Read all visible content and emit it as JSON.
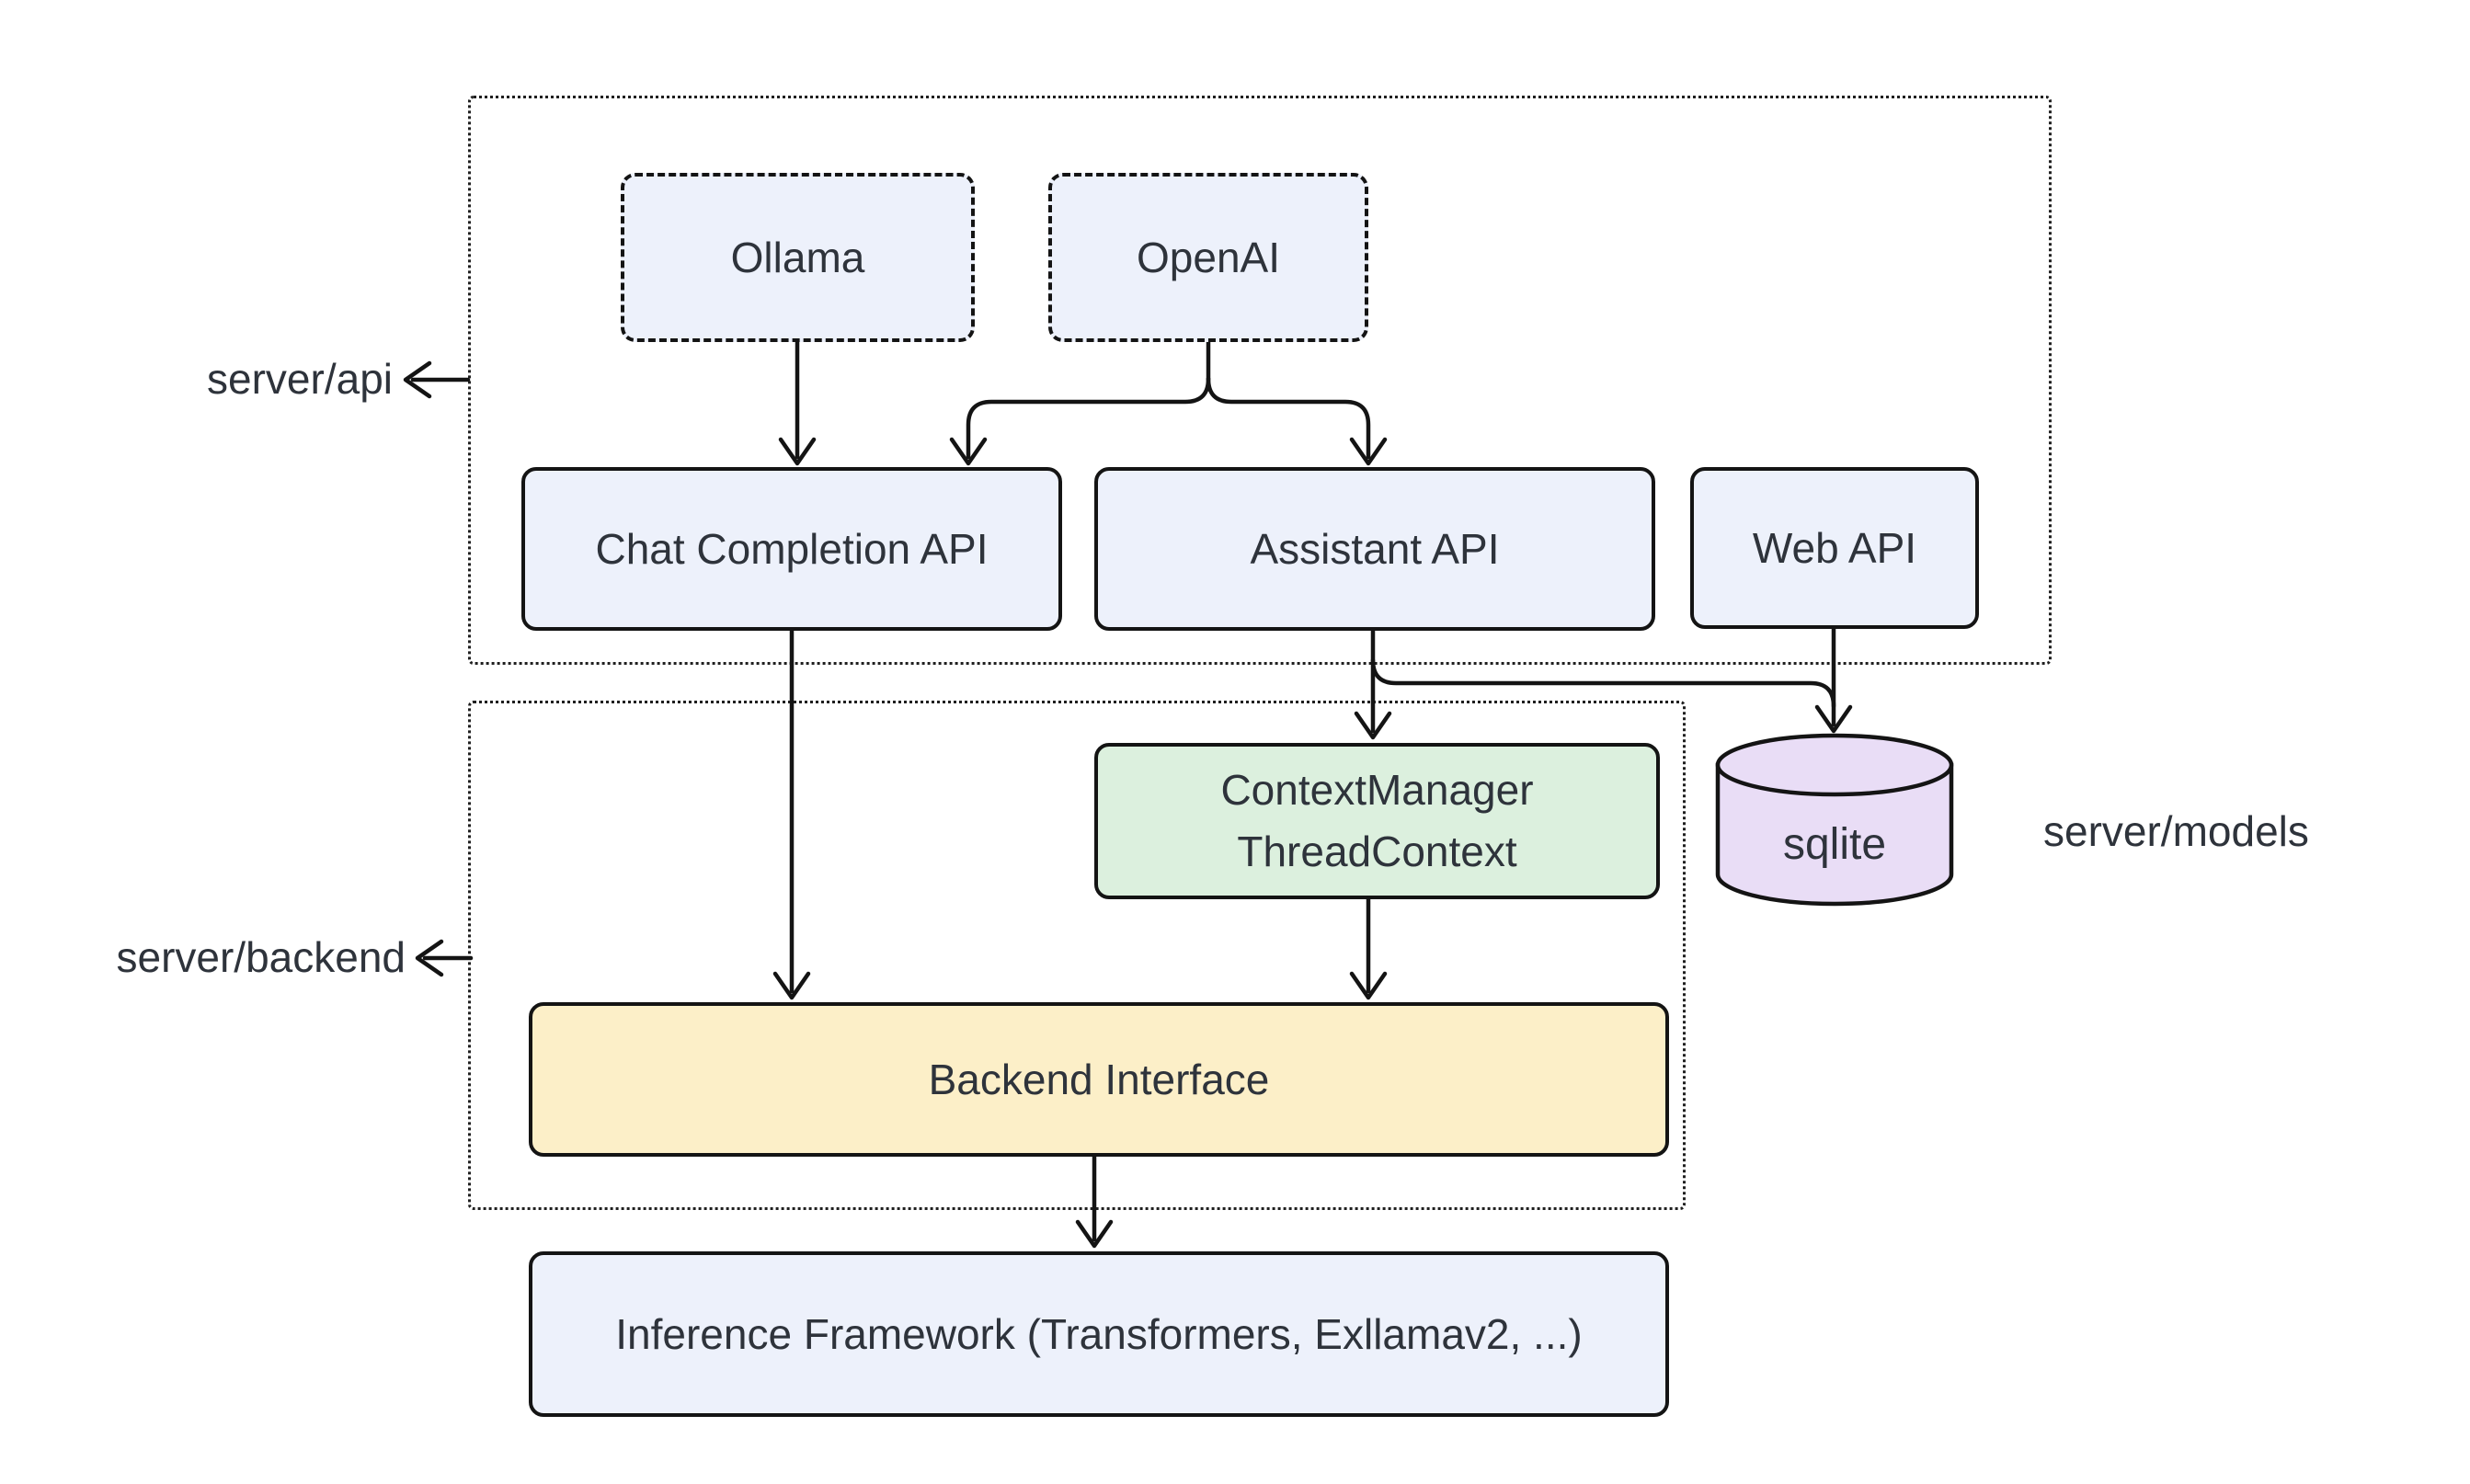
{
  "diagram": {
    "title": "server architecture diagram",
    "groups": {
      "api": {
        "label": "server/api"
      },
      "backend": {
        "label": "server/backend"
      },
      "models": {
        "label": "server/models"
      }
    },
    "nodes": {
      "ollama": {
        "label": "Ollama",
        "style": "dashed",
        "fill": "#edf1fb"
      },
      "openai": {
        "label": "OpenAI",
        "style": "dashed",
        "fill": "#edf1fb"
      },
      "chat_api": {
        "label": "Chat Completion API",
        "fill": "#edf1fb"
      },
      "assistant_api": {
        "label": "Assistant API",
        "fill": "#edf1fb"
      },
      "web_api": {
        "label": "Web API",
        "fill": "#edf1fb"
      },
      "context_manager": {
        "line1": "ContextManager",
        "line2": "ThreadContext",
        "fill": "#dcf0de"
      },
      "sqlite": {
        "label": "sqlite",
        "shape": "database-cylinder",
        "fill": "#e9ddf6"
      },
      "backend_interface": {
        "label": "Backend Interface",
        "fill": "#fcefc8"
      },
      "inference": {
        "label": "Inference Framework (Transformers, Exllamav2, ...)",
        "fill": "#edf1fb"
      }
    },
    "edges": [
      {
        "from": "Ollama",
        "to": "Chat Completion API"
      },
      {
        "from": "OpenAI",
        "to": "Chat Completion API"
      },
      {
        "from": "OpenAI",
        "to": "Assistant API"
      },
      {
        "from": "Chat Completion API",
        "to": "Backend Interface"
      },
      {
        "from": "Assistant API",
        "to": "ContextManager ThreadContext"
      },
      {
        "from": "Assistant API",
        "to": "sqlite"
      },
      {
        "from": "Web API",
        "to": "sqlite"
      },
      {
        "from": "ContextManager ThreadContext",
        "to": "Backend Interface"
      },
      {
        "from": "Backend Interface",
        "to": "Inference Framework (Transformers, Exllamav2, ...)"
      }
    ],
    "colors": {
      "node_blue": "#edf1fb",
      "node_green": "#dcf0de",
      "node_yellow": "#fcefc8",
      "node_purple": "#e9ddf6",
      "stroke": "#141414",
      "text": "#2e333b",
      "background": "#ffffff"
    }
  }
}
